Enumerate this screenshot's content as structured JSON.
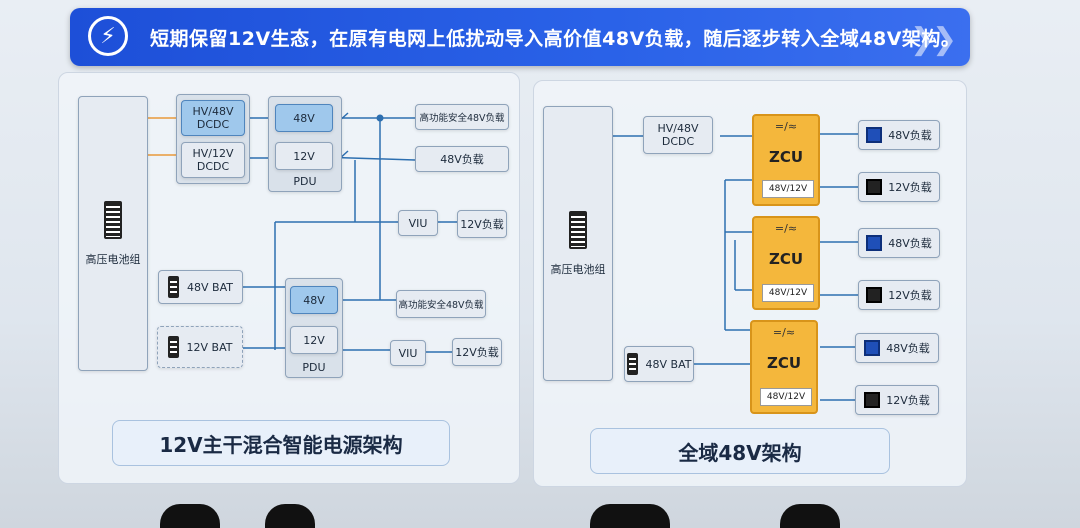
{
  "banner": {
    "icon": "lightning-icon",
    "text": "短期保留12V生态，在原有电网上低扰动导入高价值48V负载，随后逐步转入全域48V架构。"
  },
  "left": {
    "battery_pack": "高压电池组",
    "dcdc_48": "HV/48V\nDCDC",
    "dcdc_12": "HV/12V\nDCDC",
    "pdu1_48": "48V",
    "pdu1_12": "12V",
    "pdu1_label": "PDU",
    "load_safe_1": "高功能安全48V负载",
    "load_48": "48V负载",
    "viu_1": "VIU",
    "load_12_1": "12V负载",
    "bat48": "48V BAT",
    "bat12": "12V BAT",
    "pdu2_48": "48V",
    "pdu2_12": "12V",
    "pdu2_label": "PDU",
    "load_safe_2": "高功能安全48V负载",
    "viu_2": "VIU",
    "load_12_2": "12V负载",
    "caption": "12V主干混合智能电源架构"
  },
  "right": {
    "battery_pack": "高压电池组",
    "dcdc": "HV/48V\nDCDC",
    "bat48": "48V BAT",
    "zcu_symbol": "=/≈",
    "zcu_name": "ZCU",
    "zcu_out": "48V/12V",
    "load48": "48V负载",
    "load12": "12V负载",
    "caption": "全域48V架构"
  },
  "colors": {
    "banner": "#2a62e8",
    "zcu": "#f4b73c",
    "pdu_48": "#9fc8ec"
  }
}
